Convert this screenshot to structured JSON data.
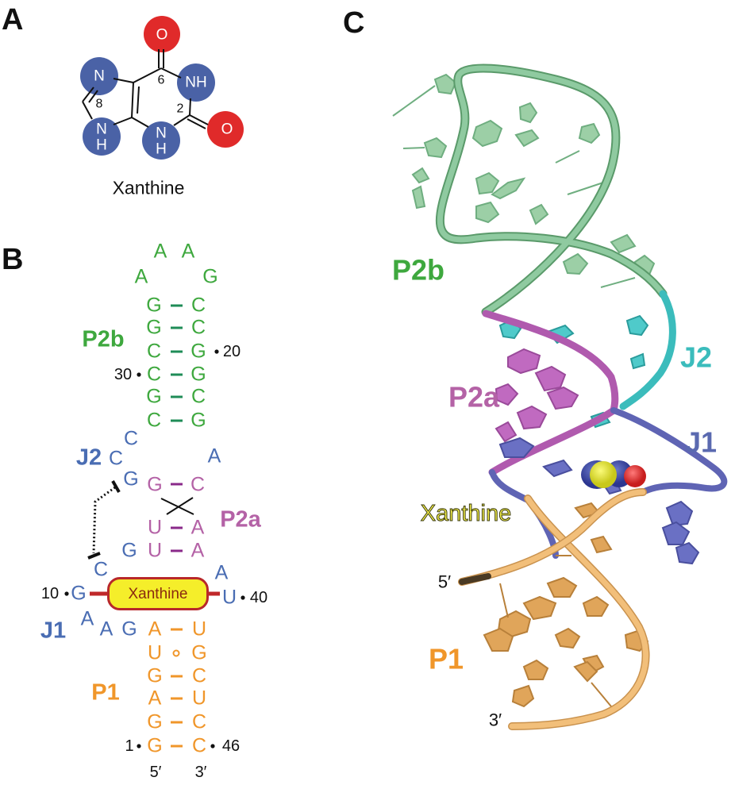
{
  "panel_a": {
    "label": "A",
    "molecule_name": "Xanthine",
    "atoms": {
      "o6": "O",
      "n7": "N",
      "n1": "NH",
      "n9_n": "N",
      "n9_h": "H",
      "n3_n": "N",
      "n3_h": "H",
      "o2": "O"
    },
    "positions": {
      "c6": "6",
      "c2": "2",
      "c8": "8"
    },
    "colors": {
      "oxygen": "#e02a2a",
      "nitrogen": "#4a62a6"
    }
  },
  "panel_b": {
    "label": "B",
    "loop": [
      "A",
      "A",
      "A",
      "G"
    ],
    "p2b_left": [
      "G",
      "G",
      "C",
      "C",
      "G",
      "C"
    ],
    "p2b_right": [
      "C",
      "C",
      "G",
      "G",
      "C",
      "G"
    ],
    "p2b_label": "P2b",
    "num_20": "20",
    "num_30": "30",
    "j2_label": "J2",
    "j2": [
      "C",
      "C",
      "G"
    ],
    "a_bulge": "A",
    "p2a_left": [
      "G",
      "U",
      "U"
    ],
    "p2a_right": [
      "C",
      "A",
      "A"
    ],
    "p2a_label": "P2a",
    "g_j2b": "G",
    "c_j2c": "C",
    "j1_g10": "G",
    "num_10": "10",
    "ligand": "Xanthine",
    "a_39": "A",
    "u_40": "U",
    "num_40": "40",
    "j1_label": "J1",
    "j1": [
      "A",
      "A",
      "G"
    ],
    "p1_left": [
      "A",
      "U",
      "G",
      "A",
      "G",
      "G"
    ],
    "p1_right": [
      "U",
      "G",
      "C",
      "U",
      "C",
      "C"
    ],
    "p1_label": "P1",
    "num_1": "1",
    "num_46": "46",
    "five_prime": "5′",
    "three_prime": "3′",
    "colors": {
      "p2b": "#3ea83e",
      "junction": "#4a6db3",
      "p2a": "#b462a6",
      "p1": "#f0962a",
      "ligand_fill": "#f5ee2a",
      "ligand_border": "#b8282a"
    }
  },
  "panel_c": {
    "label": "C",
    "p2b_label": "P2b",
    "j2_label": "J2",
    "p2a_label": "P2a",
    "j1_label": "J1",
    "ligand_label": "Xanthine",
    "five_prime": "5′",
    "p1_label": "P1",
    "three_prime": "3′",
    "colors": {
      "p2b": "#7cc08f",
      "j2": "#3bbcbc",
      "p2a": "#b05aae",
      "j1": "#5f64b4",
      "p1": "#efb46a"
    }
  }
}
